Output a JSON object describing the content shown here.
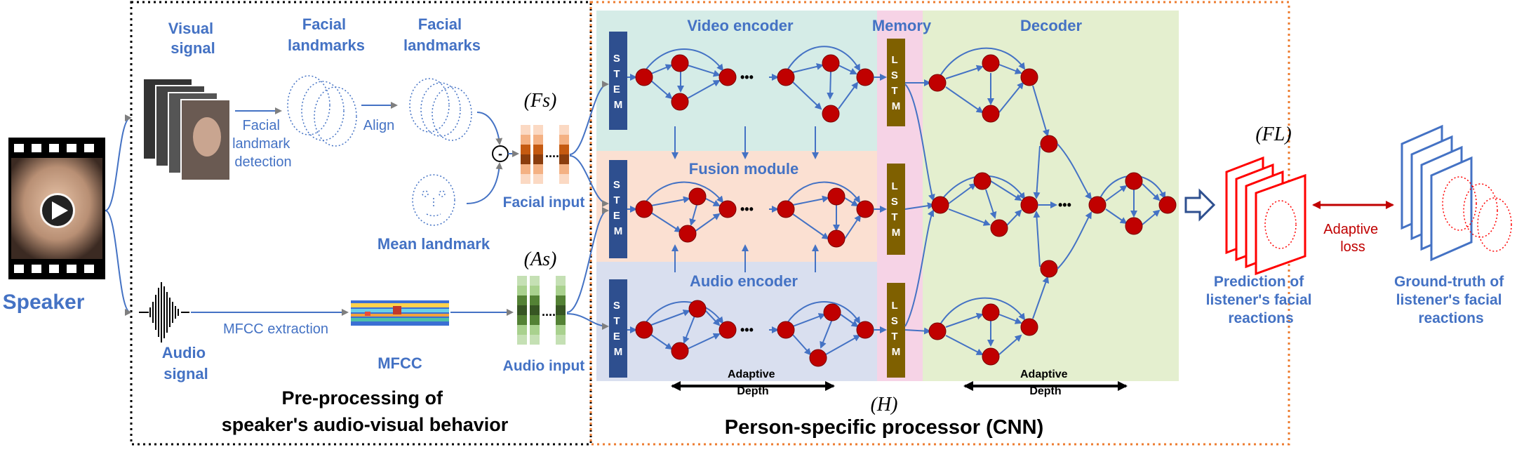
{
  "colors": {
    "blue_text": "#4472c4",
    "node_red": "#c00000",
    "stem_blue": "#2e4f8f",
    "lstm_brown": "#7f6000",
    "video_bg": "#d5ece7",
    "fusion_bg": "#fbe0d2",
    "audio_bg": "#d9dfef",
    "memory_bg": "#f6d3e6",
    "decoder_bg": "#e4efcf",
    "preproc_border": "#000000",
    "processor_border": "#ed7d31"
  },
  "speaker": {
    "label": "Speaker",
    "icon": "video-play-icon"
  },
  "preprocessing": {
    "visual_signal": [
      "Visual",
      "signal"
    ],
    "facial_landmarks_1": [
      "Facial",
      "landmarks"
    ],
    "facial_landmarks_2": [
      "Facial",
      "landmarks"
    ],
    "landmark_detection": [
      "Facial",
      "landmark",
      "detection"
    ],
    "align": "Align",
    "mean_landmark": "Mean landmark",
    "fs_symbol": "(Fs)",
    "facial_input": "Facial input",
    "audio_signal": [
      "Audio",
      "signal"
    ],
    "mfcc_extraction": "MFCC extraction",
    "mfcc": "MFCC",
    "as_symbol": "(As)",
    "audio_input": "Audio input",
    "minus": "-",
    "ellipsis": "....",
    "title": [
      "Pre-processing of",
      "speaker's audio-visual behavior"
    ]
  },
  "processor": {
    "video_encoder": "Video encoder",
    "memory": "Memory",
    "decoder": "Decoder",
    "fusion_module": "Fusion module",
    "audio_encoder": "Audio encoder",
    "stem": [
      "S",
      "T",
      "E",
      "M"
    ],
    "lstm": [
      "L",
      "S",
      "T",
      "M"
    ],
    "dots": "•••",
    "adaptive_depth_1": [
      "Adaptive",
      "Depth"
    ],
    "adaptive_depth_2": [
      "Adaptive",
      "Depth"
    ],
    "h_symbol": "(H)",
    "title": "Person-specific processor (CNN)"
  },
  "output": {
    "fl_symbol": "(FL)",
    "prediction": [
      "Prediction of",
      "listener's facial",
      "reactions"
    ],
    "adaptive_loss": [
      "Adaptive",
      "loss"
    ],
    "ground_truth": [
      "Ground-truth of",
      "listener's facial",
      "reactions"
    ]
  }
}
